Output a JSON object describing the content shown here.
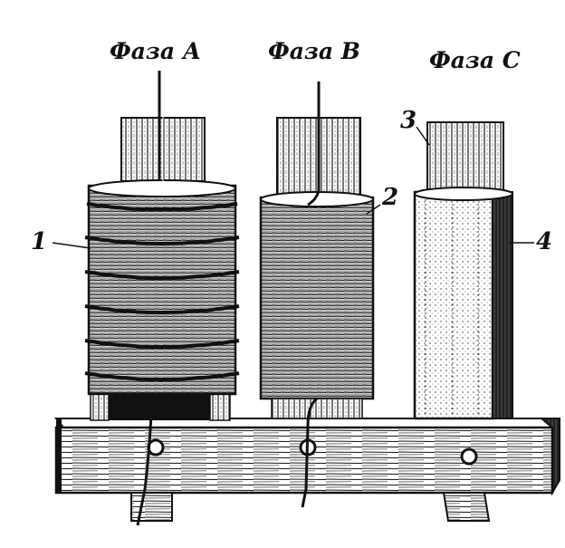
{
  "phase_labels": {
    "a": "Фаза А",
    "b": "Фаза В",
    "c": "Фаза С"
  },
  "callouts": {
    "n1": "1",
    "n2": "2",
    "n3": "3",
    "n4": "4"
  },
  "colors": {
    "ink": "#111111",
    "paper": "#ffffff"
  }
}
